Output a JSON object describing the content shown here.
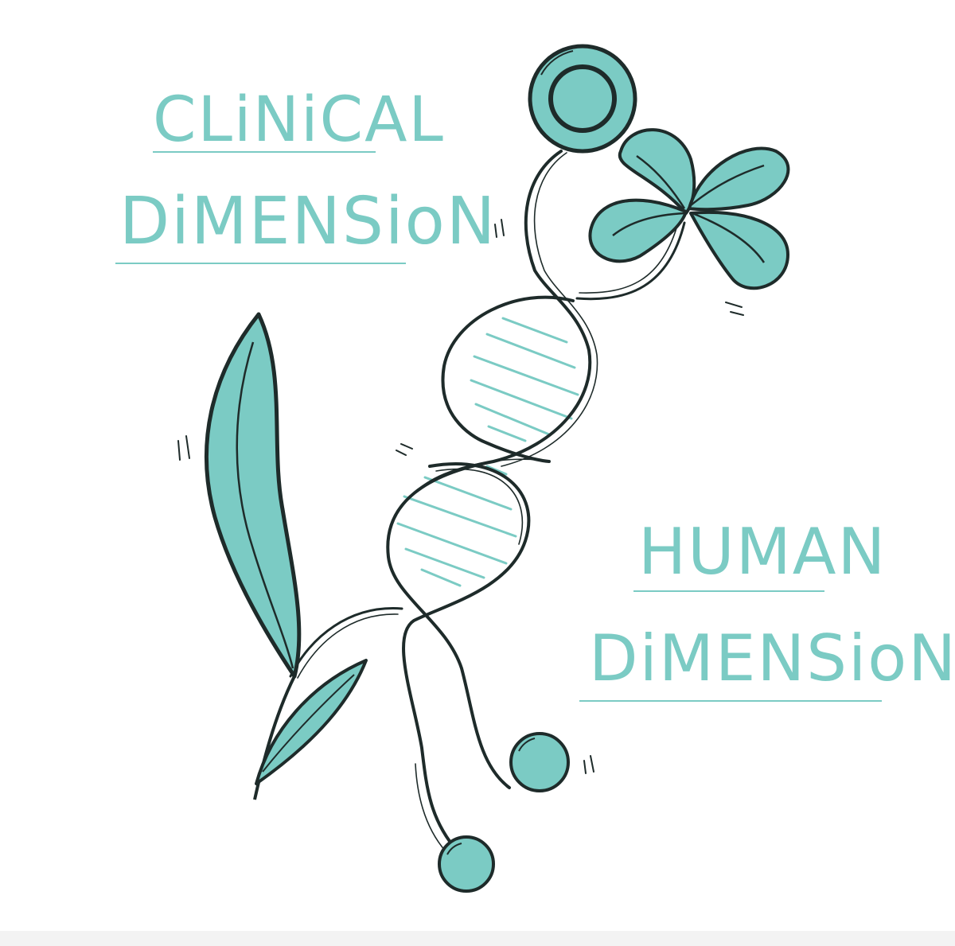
{
  "labels": {
    "clinical_line1": "CLiNiCAL",
    "clinical_line2": "DiMENSioN",
    "human_line1": "HUMAN",
    "human_line2": "DiMENSioN"
  },
  "colors": {
    "accent": "#7bcbc4",
    "ink": "#1e2b2a",
    "background": "#ffffff"
  },
  "icons": [
    "dna-helix-icon",
    "leaf-plant-icon",
    "clover-icon",
    "dot-icon"
  ]
}
